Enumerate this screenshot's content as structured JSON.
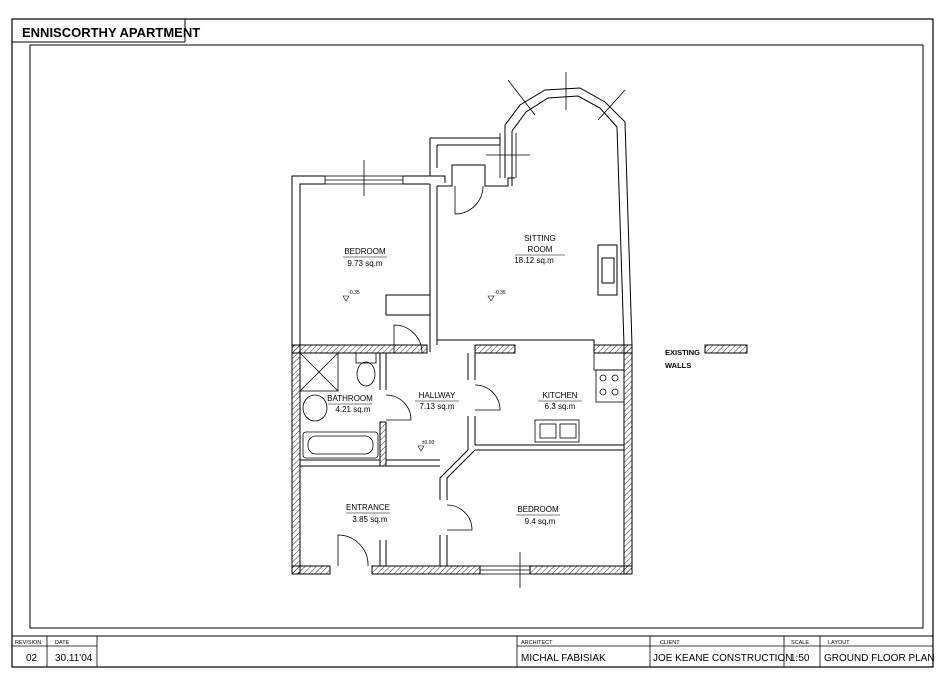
{
  "title": "ENNISCORTHY APARTMENT",
  "rooms": {
    "bedroom1": {
      "name": "BEDROOM",
      "area": "9.73 sq.m",
      "level": "-0.35"
    },
    "sitting": {
      "name1": "SITTING",
      "name2": "ROOM",
      "area": "18.12 sq.m",
      "level": "-0.35"
    },
    "bathroom": {
      "name": "BATHROOM",
      "area": "4.21 sq.m"
    },
    "hallway": {
      "name": "HALLWAY",
      "area": "7.13 sq.m",
      "level": "±0.00"
    },
    "kitchen": {
      "name": "KITCHEN",
      "area": "6.3 sq.m"
    },
    "entrance": {
      "name": "ENTRANCE",
      "area": "3.85 sq.m"
    },
    "bedroom2": {
      "name": "BEDROOM",
      "area": "9.4 sq.m"
    }
  },
  "legend": {
    "line1": "EXISTING",
    "line2": "WALLS"
  },
  "titleblock": {
    "revision_label": "REVISION",
    "revision_value": "02",
    "date_label": "DATE",
    "date_value": "30.11'04",
    "architect_label": "ARCHITECT",
    "architect_value": "MICHAL FABISIAK",
    "client_label": "CLIENT",
    "client_value": "JOE KEANE CONSTRUCTION",
    "scale_label": "SCALE",
    "scale_value": "1:50",
    "layout_label": "LAYOUT",
    "layout_value": "GROUND FLOOR PLAN"
  }
}
